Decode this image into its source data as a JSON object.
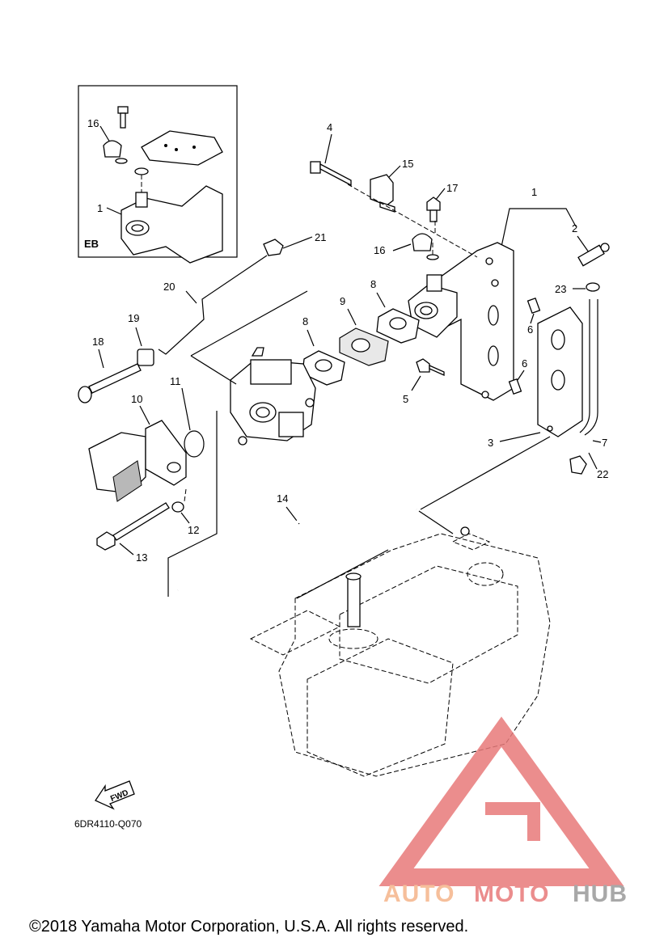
{
  "diagram_code": "6DR4110-Q070",
  "inset_label": "EB",
  "fwd_label": "FWD",
  "copyright": "©2018 Yamaha Motor Corporation, U.S.A. All rights reserved.",
  "watermark": {
    "part1": "AUTO",
    "part2": "MOTO",
    "part3": "HUB",
    "color_orange": "#f5b48a",
    "color_red": "#e87a7a",
    "color_gray": "#9a9a9a"
  },
  "callouts": {
    "c1a": "1",
    "c16a": "16",
    "c4": "4",
    "c15": "15",
    "c17": "17",
    "c1b": "1",
    "c2": "2",
    "c21": "21",
    "c16b": "16",
    "c20": "20",
    "c8a": "8",
    "c9": "9",
    "c23": "23",
    "c6a": "6",
    "c19": "19",
    "c18": "18",
    "c8b": "8",
    "c11": "11",
    "c6b": "6",
    "c5": "5",
    "c10": "10",
    "c3": "3",
    "c7": "7",
    "c22": "22",
    "c14": "14",
    "c12": "12",
    "c13": "13"
  }
}
